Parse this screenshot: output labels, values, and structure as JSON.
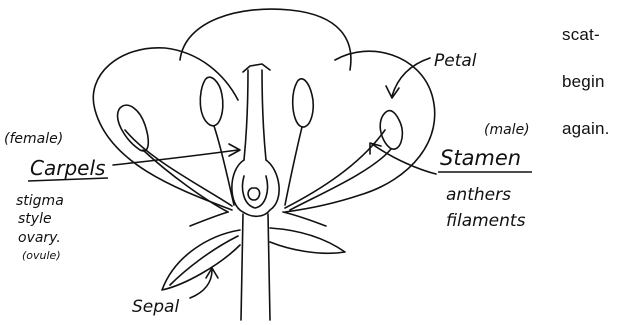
{
  "diagram": {
    "labels": {
      "petal": "Petal",
      "female": "(female)",
      "carpels": "Carpels",
      "stigma": "stigma",
      "style": "style",
      "ovary": "ovary.",
      "ovule": "(ovule)",
      "male": "(male)",
      "stamen": "Stamen",
      "anthers": "anthers",
      "filaments": "filaments",
      "sepal": "Sepal"
    }
  },
  "side_text": {
    "line1": "scat-",
    "line2": "begin",
    "line3": "again."
  }
}
